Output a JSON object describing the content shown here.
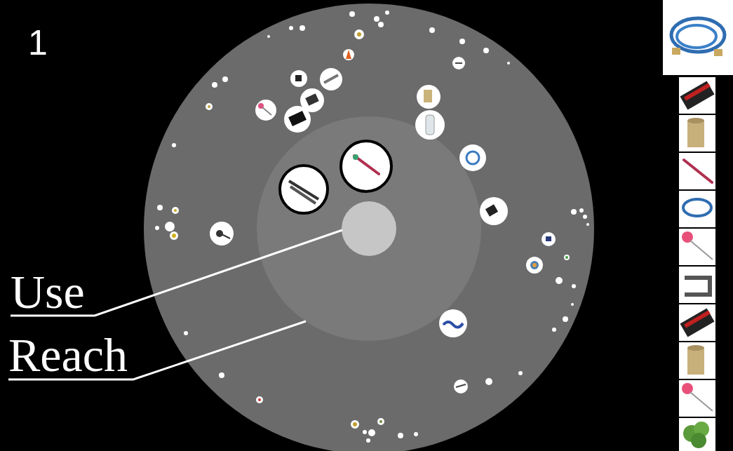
{
  "diagram": {
    "labels": [
      "1",
      "Use",
      "Reach"
    ]
  }
}
